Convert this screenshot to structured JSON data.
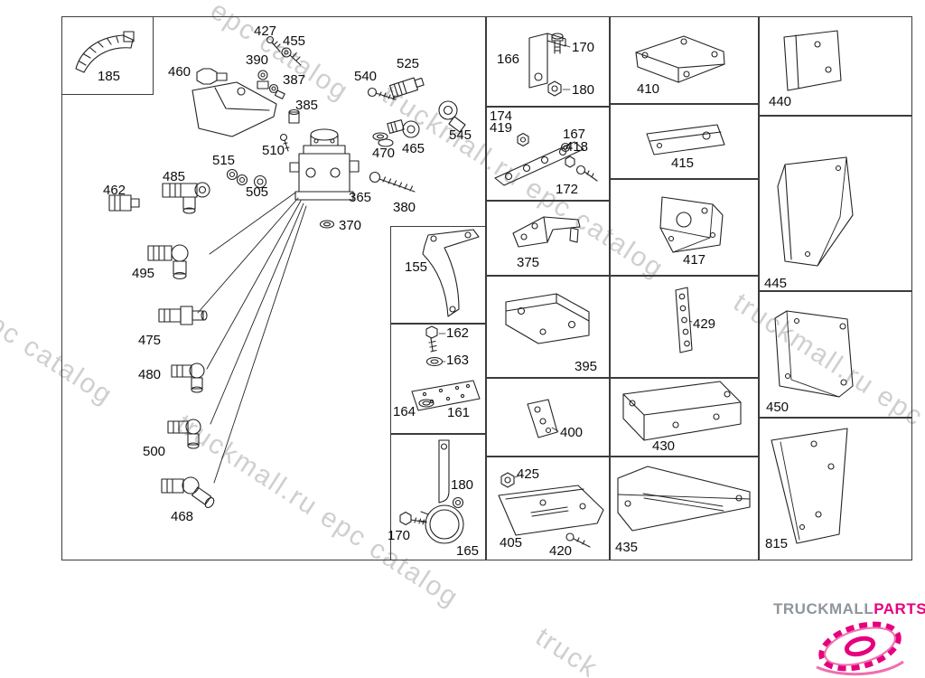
{
  "watermark": {
    "full": "truckmall.ru epc catalog",
    "partial_top": "epc catalog",
    "partial_bottom": "truck"
  },
  "logo": {
    "brand_gray": "TRUCKMALL",
    "brand_pink": "PARTS"
  },
  "colors": {
    "line": "#222222",
    "panel_border": "#3c3c3c",
    "watermark_gray": "#c7c7c7",
    "logo_gray": "#8f959c",
    "logo_pink": "#e6007e"
  },
  "parts": {
    "p185": "185",
    "p427": "427",
    "p455": "455",
    "p390": "390",
    "p460": "460",
    "p387": "387",
    "p540": "540",
    "p525": "525",
    "p385": "385",
    "p545": "545",
    "p465": "465",
    "p470": "470",
    "p510": "510",
    "p515": "515",
    "p485": "485",
    "p462": "462",
    "p505": "505",
    "p365": "365",
    "p380": "380",
    "p370": "370",
    "p495": "495",
    "p475": "475",
    "p480": "480",
    "p500": "500",
    "p468": "468",
    "p155": "155",
    "p162": "162",
    "p163": "163",
    "p164": "164",
    "p161": "161",
    "p170_clamp": "170",
    "p180_clamp": "180",
    "p165": "165",
    "p166": "166",
    "p170_top": "170",
    "p180_top": "180",
    "p174": "174",
    "p419": "419",
    "p167": "167",
    "p418": "418",
    "p172": "172",
    "p375": "375",
    "p395": "395",
    "p400": "400",
    "p425": "425",
    "p405": "405",
    "p420": "420",
    "p410": "410",
    "p415": "415",
    "p417": "417",
    "p429": "429",
    "p430": "430",
    "p435": "435",
    "p440": "440",
    "p445": "445",
    "p450": "450",
    "p815": "815"
  }
}
